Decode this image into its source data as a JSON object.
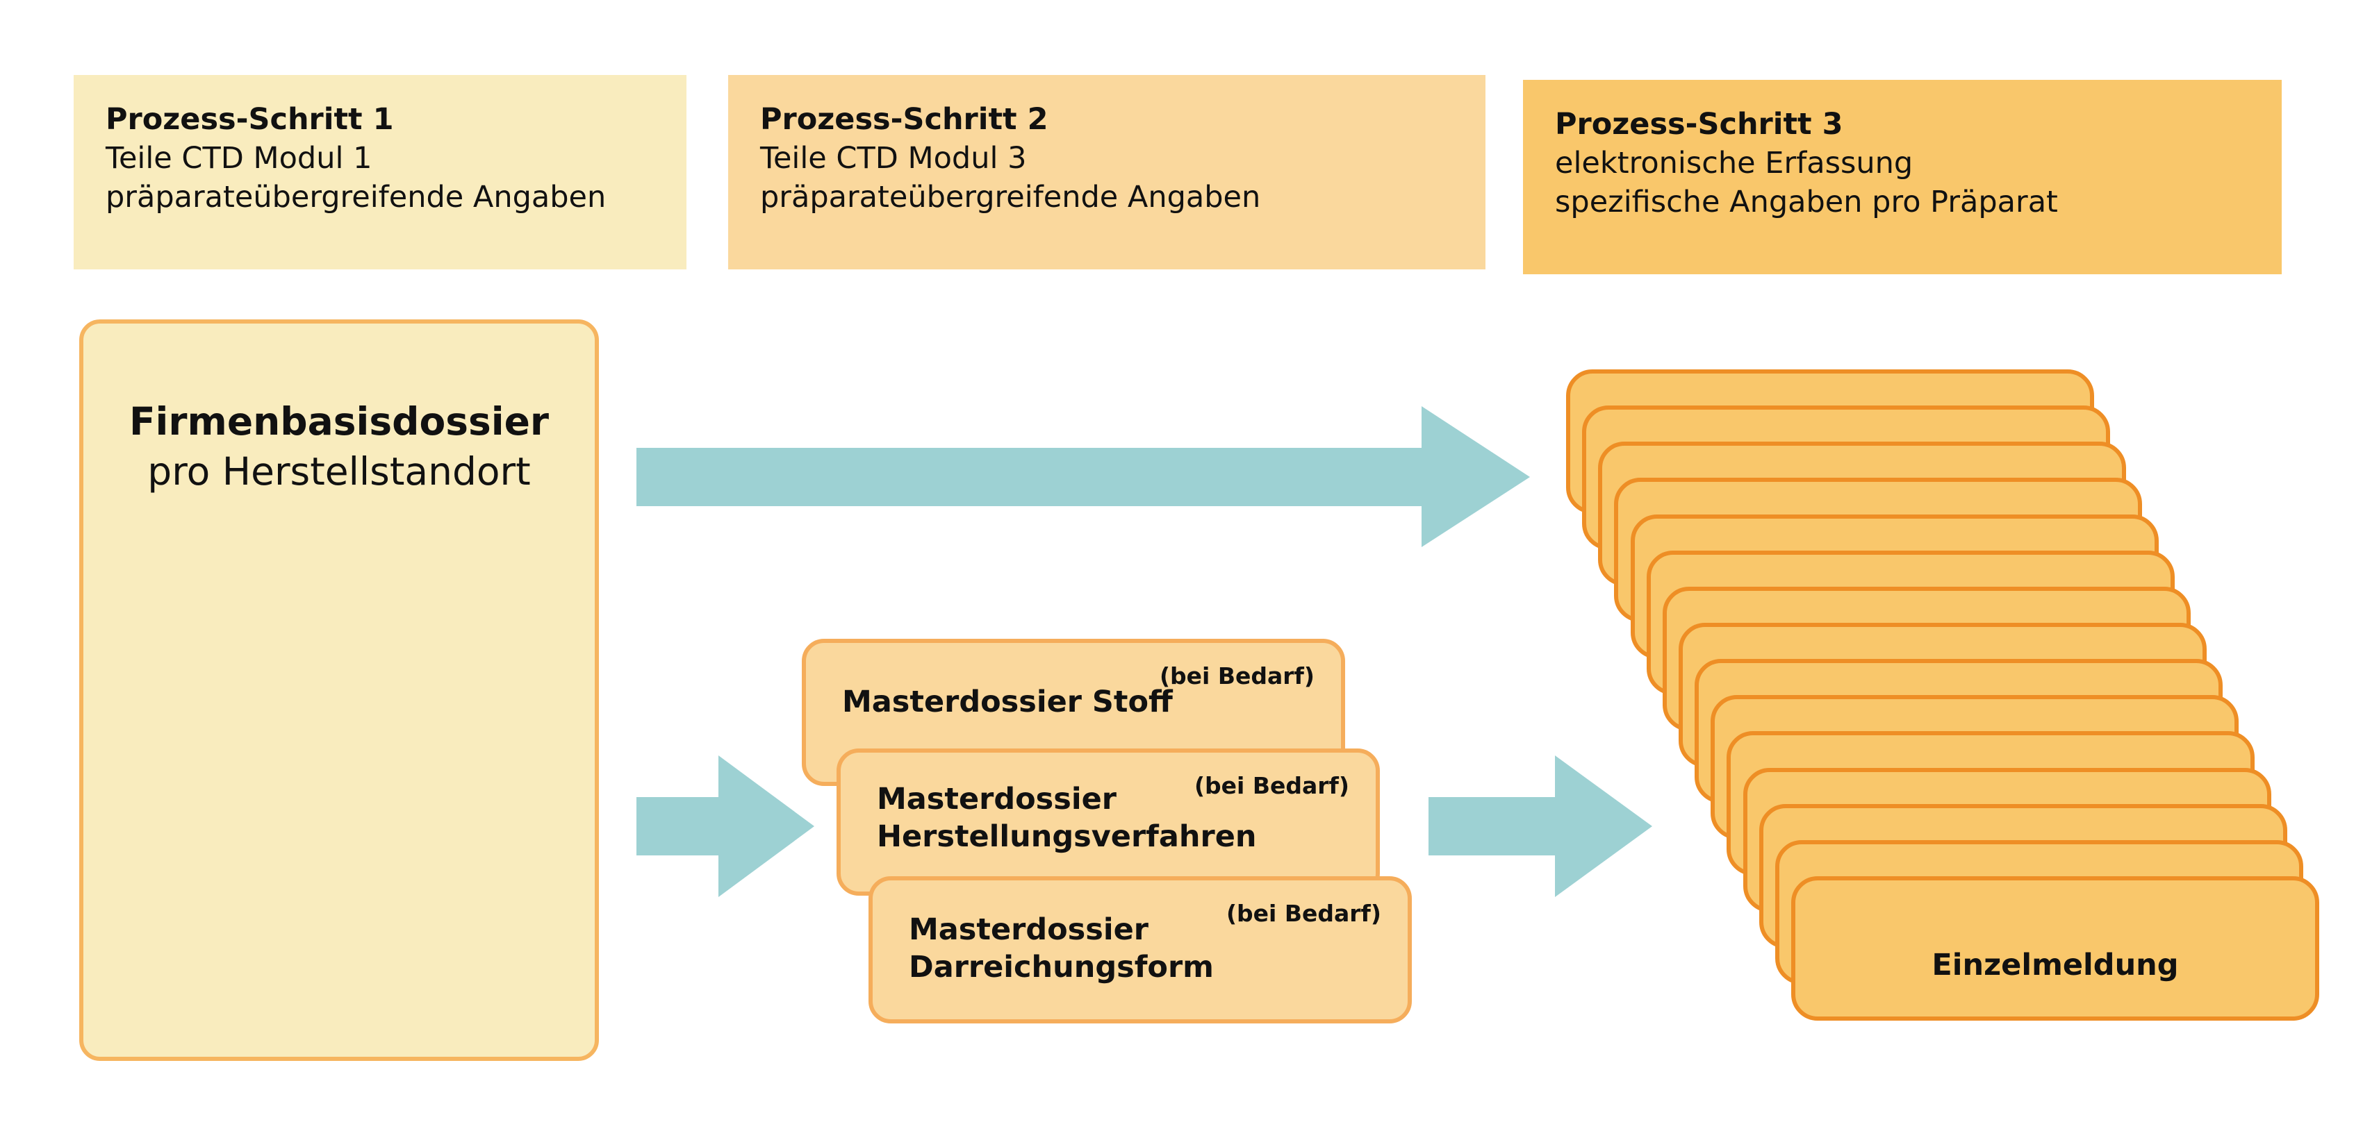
{
  "colors": {
    "step1_fill": "#f9ecbe",
    "step2_fill": "#fad89d",
    "step3_fill": "#f9c76b",
    "arrow_fill": "#9dd1d3",
    "card_border": "#ee8e25"
  },
  "steps": [
    {
      "title": "Prozess-Schritt 1",
      "line1": "Teile CTD Modul 1",
      "line2": "präparateübergreifende Angaben"
    },
    {
      "title": "Prozess-Schritt 2",
      "line1": "Teile CTD Modul 3",
      "line2": "präparateübergreifende Angaben"
    },
    {
      "title": "Prozess-Schritt 3",
      "line1": "elektronische Erfassung",
      "line2": "spezifische Angaben pro Präparat"
    }
  ],
  "basis": {
    "title": "Firmenbasisdossier",
    "subtitle": "pro Herstellstandort"
  },
  "masters": [
    {
      "line1": "Masterdossier Stoff",
      "line2": "",
      "note": "(bei Bedarf)"
    },
    {
      "line1": "Masterdossier",
      "line2": "Herstellungsverfahren",
      "note": "(bei Bedarf)"
    },
    {
      "line1": "Masterdossier",
      "line2": "Darreichungsform",
      "note": "(bei Bedarf)"
    }
  ],
  "einzelmeldung": {
    "label": "Einzelmeldung",
    "stack_count": 15
  }
}
